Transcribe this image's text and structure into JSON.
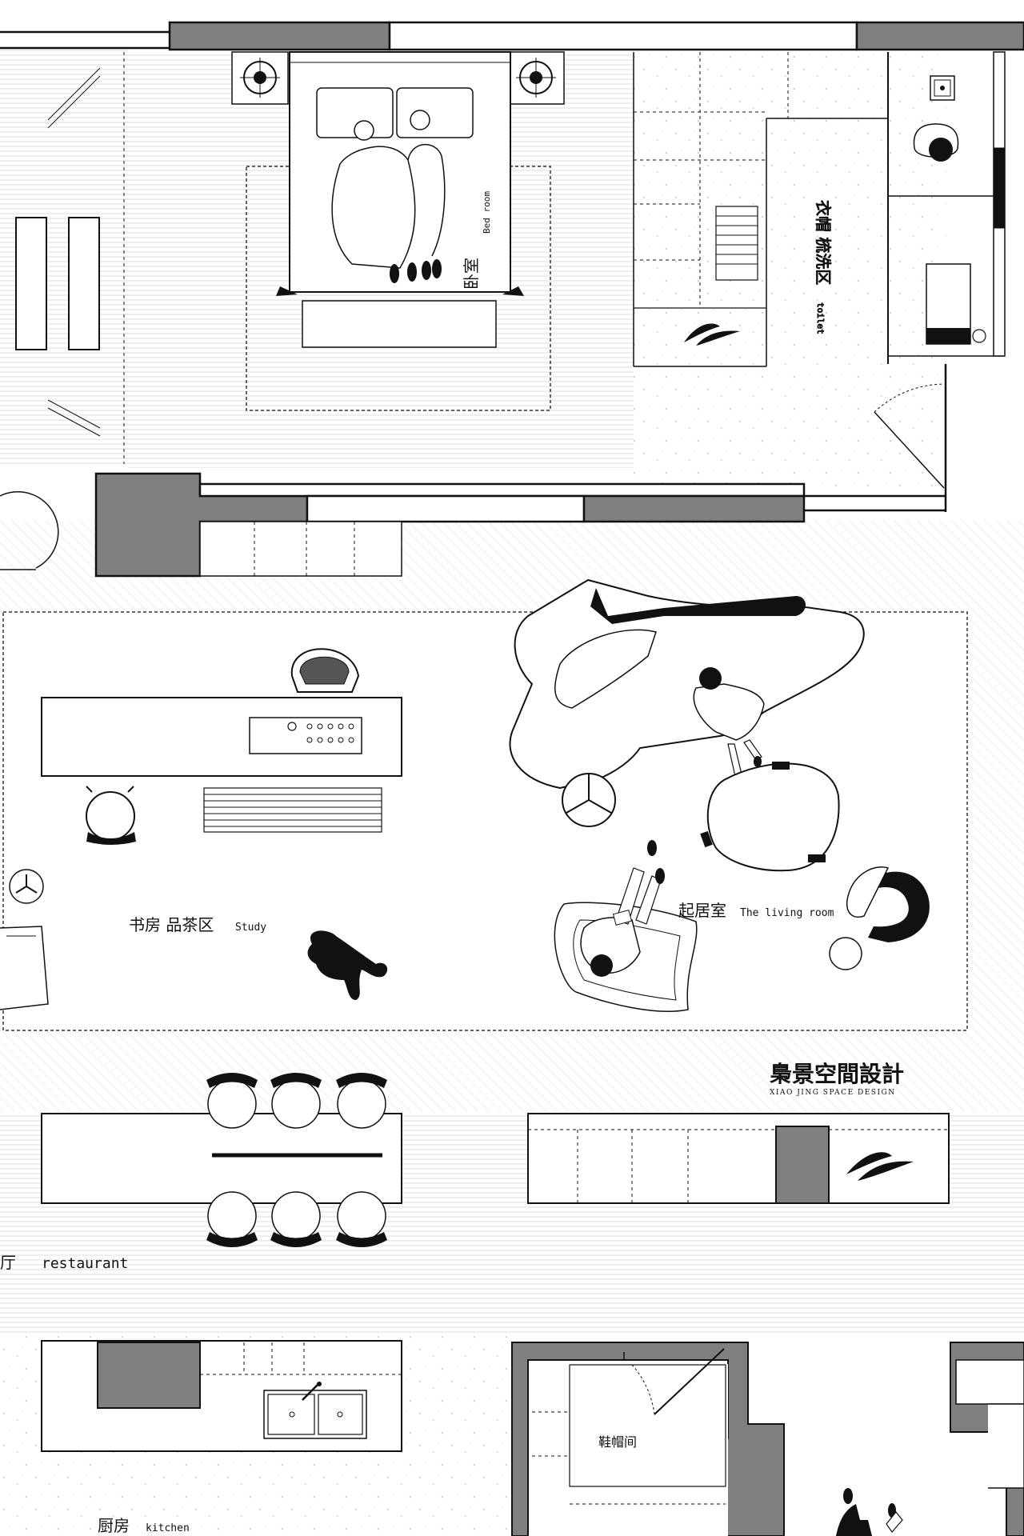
{
  "plan": {
    "rooms": {
      "bedroom": {
        "cn": "卧室",
        "en": "Bed room"
      },
      "cloak_wash": {
        "cn": "衣帽 梳洗区",
        "en": "toilet"
      },
      "study": {
        "cn": "书房 品茶区",
        "en": "Study"
      },
      "living": {
        "cn": "起居室",
        "en": "The living room"
      },
      "restaurant": {
        "cn": "餐厅",
        "en": "restaurant"
      },
      "kitchen": {
        "cn": "厨房",
        "en": "kitchen"
      },
      "shoe_room": {
        "cn": "鞋帽间"
      }
    },
    "logo": {
      "cn": "梟景空間設計",
      "en": "XIAO JING SPACE DESIGN"
    }
  },
  "colors": {
    "wall_fill": "#808080",
    "line": "#111111",
    "floor_hatch": "#d9d9d9",
    "floor_speckle": "#cfcfcf",
    "paper": "#ffffff"
  },
  "icons": [
    "bed-icon",
    "nightstand-lamp-icon",
    "sleeping-people-icon",
    "chair-icon",
    "sofa-icon",
    "dog-icon",
    "person-icon",
    "basin-icon",
    "sink-icon",
    "door-swing-icon",
    "plant-icon",
    "stool-icon",
    "fan-icon"
  ]
}
